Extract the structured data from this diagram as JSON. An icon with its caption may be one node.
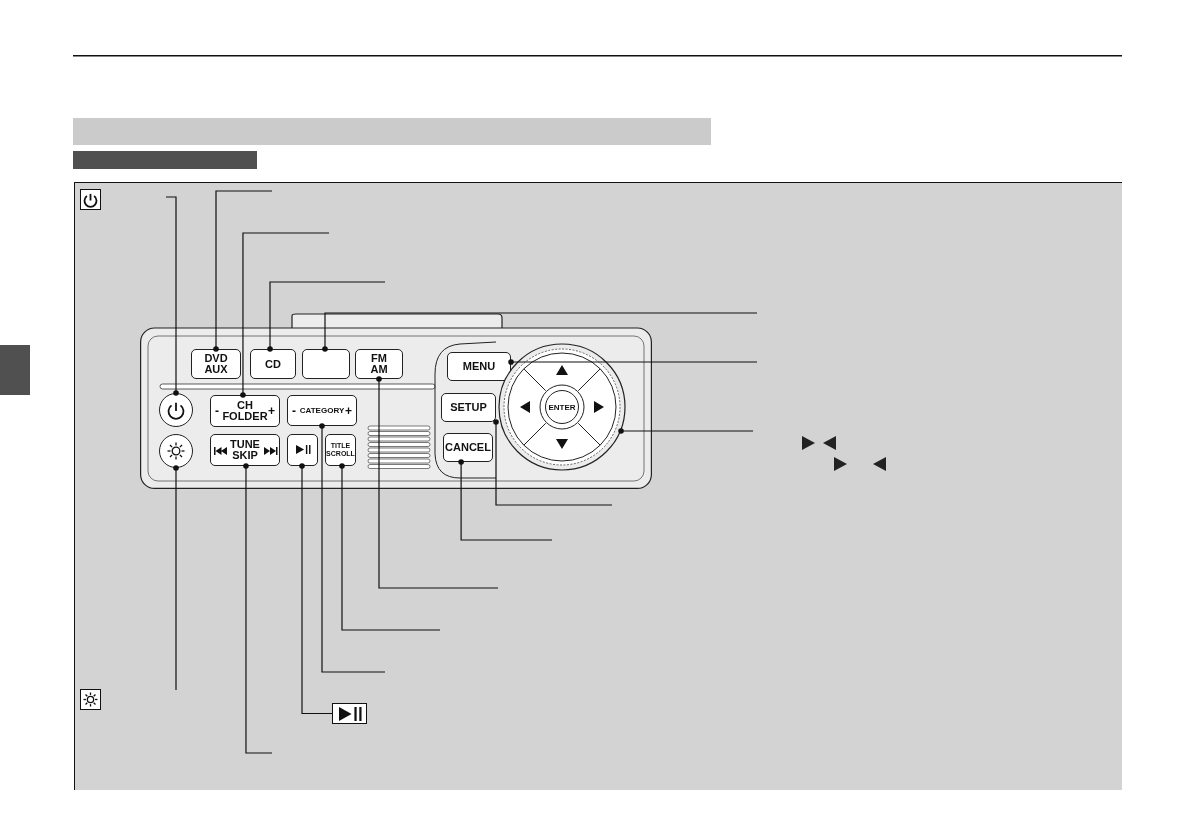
{
  "diagram": {
    "nodes": [
      {
        "text": [],
        "shape": "box"
      },
      {
        "text": [
          "DVD AUX"
        ],
        "in": 0
      },
      {
        "text": [
          "CD"
        ],
        "in": 0
      },
      {
        "text": [],
        "shape": "box",
        "in": 0
      },
      {
        "text": [
          "FM AM"
        ],
        "in": 0
      },
      {
        "text": [
          "MENU"
        ],
        "in": 0
      },
      {
        "text": [],
        "shape": "circle",
        "in": 0
      },
      {
        "text": [
          "ENTER"
        ],
        "in": 6
      },
      {
        "text": [],
        "shape": "circle",
        "in": 0
      },
      {
        "text": [
          "-",
          "CH FOLDER",
          "+"
        ],
        "in": 0
      },
      {
        "text": [
          "-",
          "CATEGORY",
          "+"
        ],
        "in": 0
      },
      {
        "text": [
          "SETUP"
        ],
        "in": 0
      },
      {
        "text": [],
        "shape": "circle",
        "in": 0
      },
      {
        "text": [
          "TUNE SKIP"
        ],
        "in": 0
      },
      {
        "text": [],
        "shape": "box",
        "in": 0
      },
      {
        "text": [
          "TITLE SCROLL"
        ],
        "in": 0
      },
      {
        "text": [
          "CANCEL"
        ],
        "in": 0
      },
      {
        "text": [],
        "shape": "box"
      }
    ],
    "edges": [
      {
        "from": null,
        "to": 8,
        "arrow": "other"
      },
      {
        "from": null,
        "to": 1,
        "arrow": "other"
      },
      {
        "from": null,
        "to": 9,
        "arrow": "other"
      },
      {
        "from": null,
        "to": 2,
        "arrow": "other"
      },
      {
        "from": null,
        "to": 3,
        "arrow": "other"
      },
      {
        "from": null,
        "to": 5,
        "arrow": "other"
      },
      {
        "from": null,
        "to": 6,
        "arrow": "other"
      },
      {
        "from": null,
        "to": 11,
        "arrow": "other"
      },
      {
        "from": null,
        "to": 16,
        "arrow": "other"
      },
      {
        "from": null,
        "to": 4,
        "arrow": "other"
      },
      {
        "from": null,
        "to": 15,
        "arrow": "other"
      },
      {
        "from": null,
        "to": 10,
        "arrow": "other"
      },
      {
        "from": 17,
        "to": 14,
        "arrow": "other"
      },
      {
        "from": null,
        "to": 12,
        "arrow": "other"
      },
      {
        "from": null,
        "to": 13,
        "arrow": "other"
      }
    ]
  }
}
